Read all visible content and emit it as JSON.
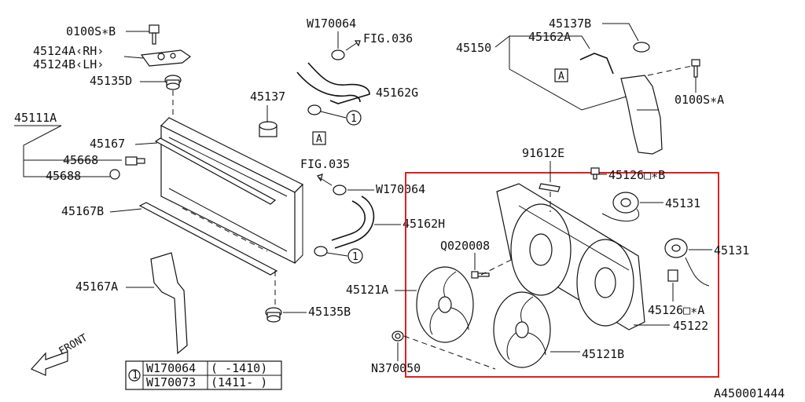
{
  "labels": {
    "bolt_top_left": "0100S∗B",
    "bracket_rh": "45124A‹RH›",
    "bracket_lh": "45124B‹LH›",
    "cushion_upper": "45135D",
    "radiator": "45111A",
    "seal_45167": "45167",
    "plug_45668": "45668",
    "gasket_45688": "45688",
    "seal_45167b": "45167B",
    "seal_45167a": "45167A",
    "clamp_upper": "W170064",
    "fig_036": "FIG.036",
    "hose_upper": "45162G",
    "cap_45137": "45137",
    "ref_a_mid": "A",
    "fig_035": "FIG.035",
    "clamp_lower": "W170064",
    "hose_lower": "45162H",
    "cushion_lower": "45135B",
    "callout_1_upper": "1",
    "callout_1_lower": "1",
    "cap_45137b": "45137B",
    "hose_45162a": "45162A",
    "tank_45150": "45150",
    "ref_a_tank": "A",
    "bolt_tank": "0100S∗A",
    "plate_91612e": "91612E",
    "bolt_45126b": "45126□∗B",
    "motor_upper": "45131",
    "motor_lower": "45131",
    "bolt_q020008": "Q020008",
    "fan_a": "45121A",
    "bracket_45126a": "45126□∗A",
    "shroud_45122": "45122",
    "fan_b": "45121B",
    "nut_n370050": "N370050",
    "front_label": "FRONT",
    "doc_id": "A450001444"
  },
  "legend": {
    "callout": "1",
    "rows": [
      {
        "part": "W170064",
        "range": "( -1410)"
      },
      {
        "part": "W170073",
        "range": "(1411- )"
      }
    ]
  },
  "colors": {
    "highlight_box": "#e02020",
    "line": "#111111"
  }
}
